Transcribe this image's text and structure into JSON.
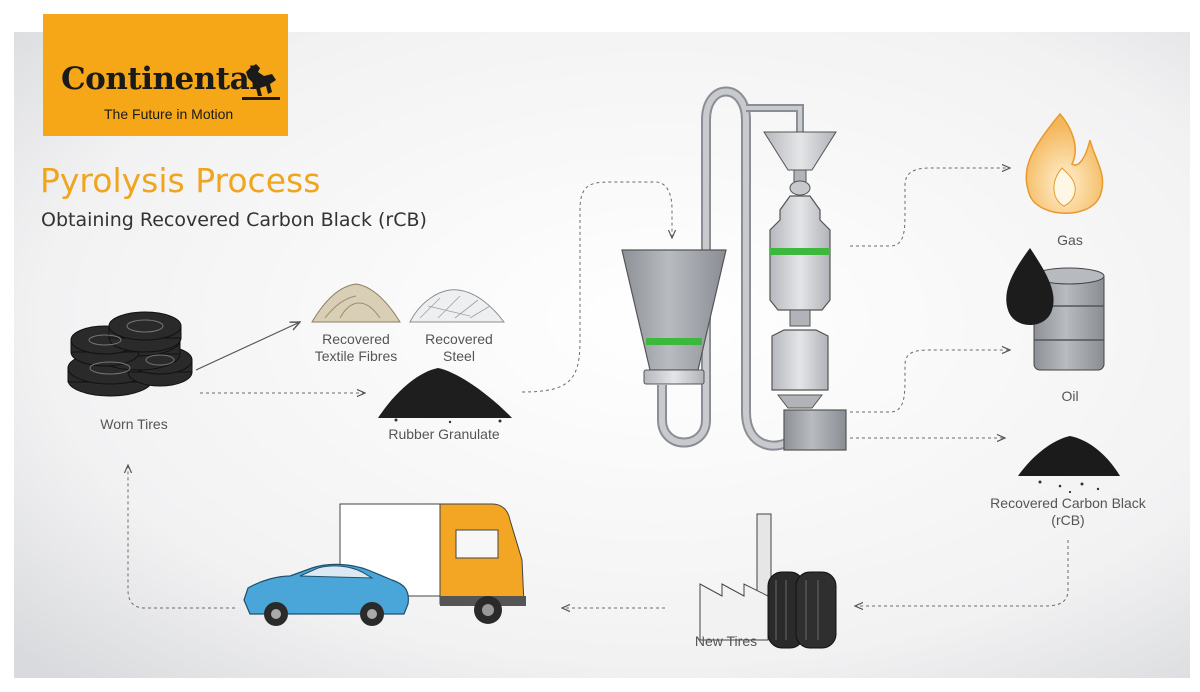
{
  "logo": {
    "brand": "Continental",
    "tagline": "The Future in Motion"
  },
  "header": {
    "title": "Pyrolysis Process",
    "subtitle": "Obtaining Recovered Carbon Black (rCB)"
  },
  "labels": {
    "worn_tires": "Worn Tires",
    "textile_fibres": [
      "Recovered",
      "Textile Fibres"
    ],
    "steel": [
      "Recovered",
      "Steel"
    ],
    "rubber_granulate": "Rubber Granulate",
    "gas": "Gas",
    "oil": "Oil",
    "carbon_black": [
      "Recovered Carbon Black",
      "(rCB)"
    ],
    "new_tires": "New Tires"
  },
  "colors": {
    "accent_orange": "#f5a718",
    "title_orange": "#f0a51e",
    "reactor_gray": "#a3a6ab",
    "band_green": "#3cb93c",
    "car_blue": "#4aa6d8",
    "truck_orange": "#f2a623"
  }
}
